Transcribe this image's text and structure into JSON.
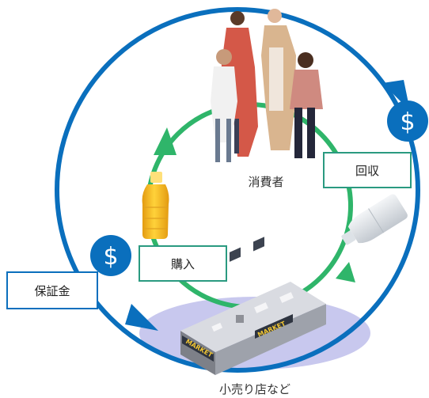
{
  "labels": {
    "consumer": "消費者",
    "collect": "回収",
    "purchase": "購入",
    "deposit": "保証金",
    "retailer": "小売り店など",
    "market_sign": "MARKET",
    "dollar": "$"
  },
  "colors": {
    "outer_cycle": "#0a6fbd",
    "inner_cycle": "#2fb56a",
    "box_border": "#2a9a80",
    "deposit_border": "#0a6fbd",
    "ground_ellipse": "#c8c8ee"
  }
}
